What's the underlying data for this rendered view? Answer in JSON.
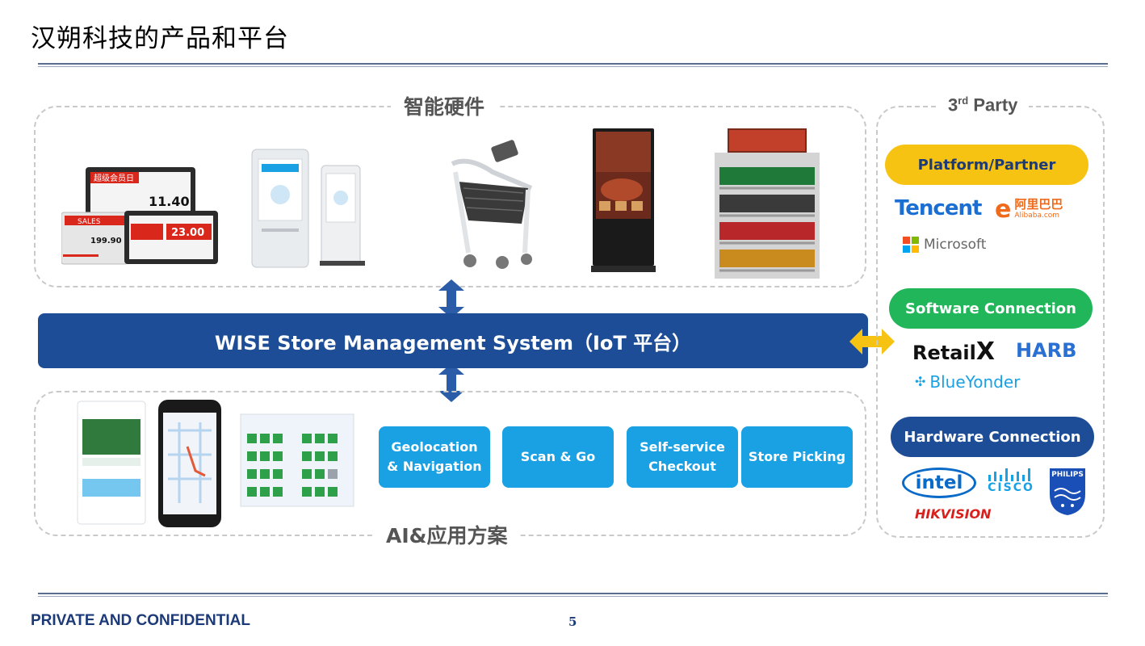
{
  "slide": {
    "title": "汉朔科技的产品和平台",
    "footer": "PRIVATE AND CONFIDENTIAL",
    "page_number": "5"
  },
  "hardware_group": {
    "label": "智能硬件",
    "items": [
      {
        "name": "electronic-shelf-labels",
        "texts": [
          "超级会员日",
          "11.40",
          "SALES",
          "199.90",
          "23.00"
        ]
      },
      {
        "name": "self-service-kiosk"
      },
      {
        "name": "smart-shopping-cart"
      },
      {
        "name": "digital-signage-totem"
      },
      {
        "name": "smart-shelf-display"
      }
    ]
  },
  "platform": {
    "label": "WISE Store Management System（IoT 平台）"
  },
  "ai_group": {
    "label": "AI&应用方案",
    "tiles": [
      {
        "label": "Geolocation\n& Navigation"
      },
      {
        "label": "Scan & Go"
      },
      {
        "label": "Self-service\nCheckout"
      },
      {
        "label": "Store Picking"
      }
    ]
  },
  "third_party": {
    "label_base": "3",
    "label_sup": "rd",
    "label_rest": " Party",
    "sections": [
      {
        "label": "Platform/Partner",
        "color": "#f7c312",
        "logos": [
          "Tencent",
          "阿里巴巴",
          "Alibaba.com",
          "Microsoft"
        ]
      },
      {
        "label": "Software Connection",
        "color": "#21b65a",
        "logos": [
          "Retail",
          "X",
          "HARB",
          "BlueYonder"
        ]
      },
      {
        "label": "Hardware Connection",
        "color": "#1d4d96",
        "logos": [
          "intel",
          "CISCO",
          "PHILIPS",
          "HIKVISION"
        ]
      }
    ]
  },
  "colors": {
    "platform_bar": "#1d4d96",
    "tile": "#1aa1e4",
    "arrow_blue": "#2a5ca8",
    "arrow_gold": "#f7c312"
  }
}
